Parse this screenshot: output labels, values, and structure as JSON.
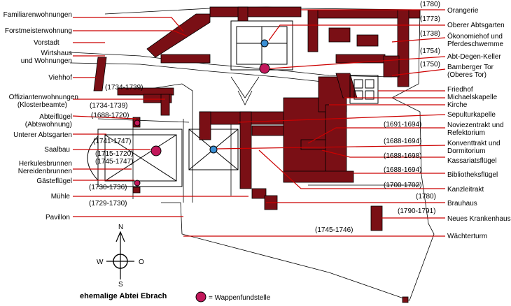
{
  "title": "ehemalige Abtei Ebrach",
  "legend_label": "= Wappenfundstelle",
  "compass": {
    "north": "N",
    "south": "S",
    "west": "W",
    "east": "O"
  },
  "labels_left": [
    "Familiarenwohnungen",
    "Forstmeisterwohnung",
    "Vorstadt",
    "Wirtshaus",
    "und Wohnungen",
    "Viehhof",
    "Offiziantenwohnungen",
    "(Klosterbeamte)",
    "Abteiflügel",
    "(Abtswohnung)",
    "Unterer Abtsgarten",
    "Saalbau",
    "Herkulesbrunnen",
    "Nereidenbrunnen",
    "Gästeflügel",
    "Mühle",
    "Pavillon"
  ],
  "labels_right": [
    "Orangerie",
    "Oberer Abtsgarten",
    "Ökonomiehof und",
    "Pferdeschwemme",
    "Abt-Degen-Keller",
    "Bamberger Tor",
    "(Oberes Tor)",
    "Friedhof",
    "Michaelskapelle",
    "Kirche",
    "Sepulturkapelle",
    "Noviezentrakt und",
    "Refektorium",
    "Konventtrakt und",
    "Dormitorium",
    "Kassariatsflügel",
    "Bibliotheksflügel",
    "Kanzleitrakt",
    "Brauhaus",
    "Neues Krankenhaus",
    "Wächterturm"
  ],
  "dates": [
    "(1780)",
    "(1773)",
    "(1738)",
    "(1754)",
    "(1750)",
    "(1734-1739)",
    "(1734-1739)",
    "(1688-1720)",
    "(1741-1747)",
    "(1715-1720)",
    "(1745-1747)",
    "(1730-1736)",
    "(1729-1730)",
    "(1691-1694)",
    "(1688-1694)",
    "(1688-1698)",
    "(1688-1694)",
    "(1700-1702)",
    "(1780)",
    "(1790-1791)",
    "(1745-1746)"
  ],
  "colors": {
    "building": "#7a0f15",
    "leader": "#cc0000",
    "marker": "#c2185b",
    "fountain": "#3b8fd4"
  }
}
